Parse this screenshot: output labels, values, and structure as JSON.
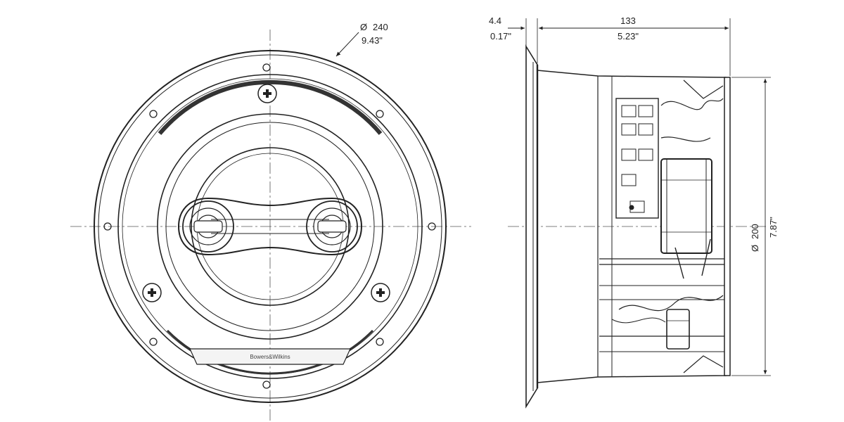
{
  "front_view": {
    "diameter_mm": "240",
    "diameter_in": "9.43\"",
    "diameter_symbol": "Ø",
    "brand": "Bowers&Wilkins"
  },
  "side_view": {
    "flange_mm": "4.4",
    "flange_in": "0.17\"",
    "depth_mm": "133",
    "depth_in": "5.23\"",
    "cutout_symbol": "Ø",
    "cutout_mm": "200",
    "cutout_in": "7.87\""
  }
}
